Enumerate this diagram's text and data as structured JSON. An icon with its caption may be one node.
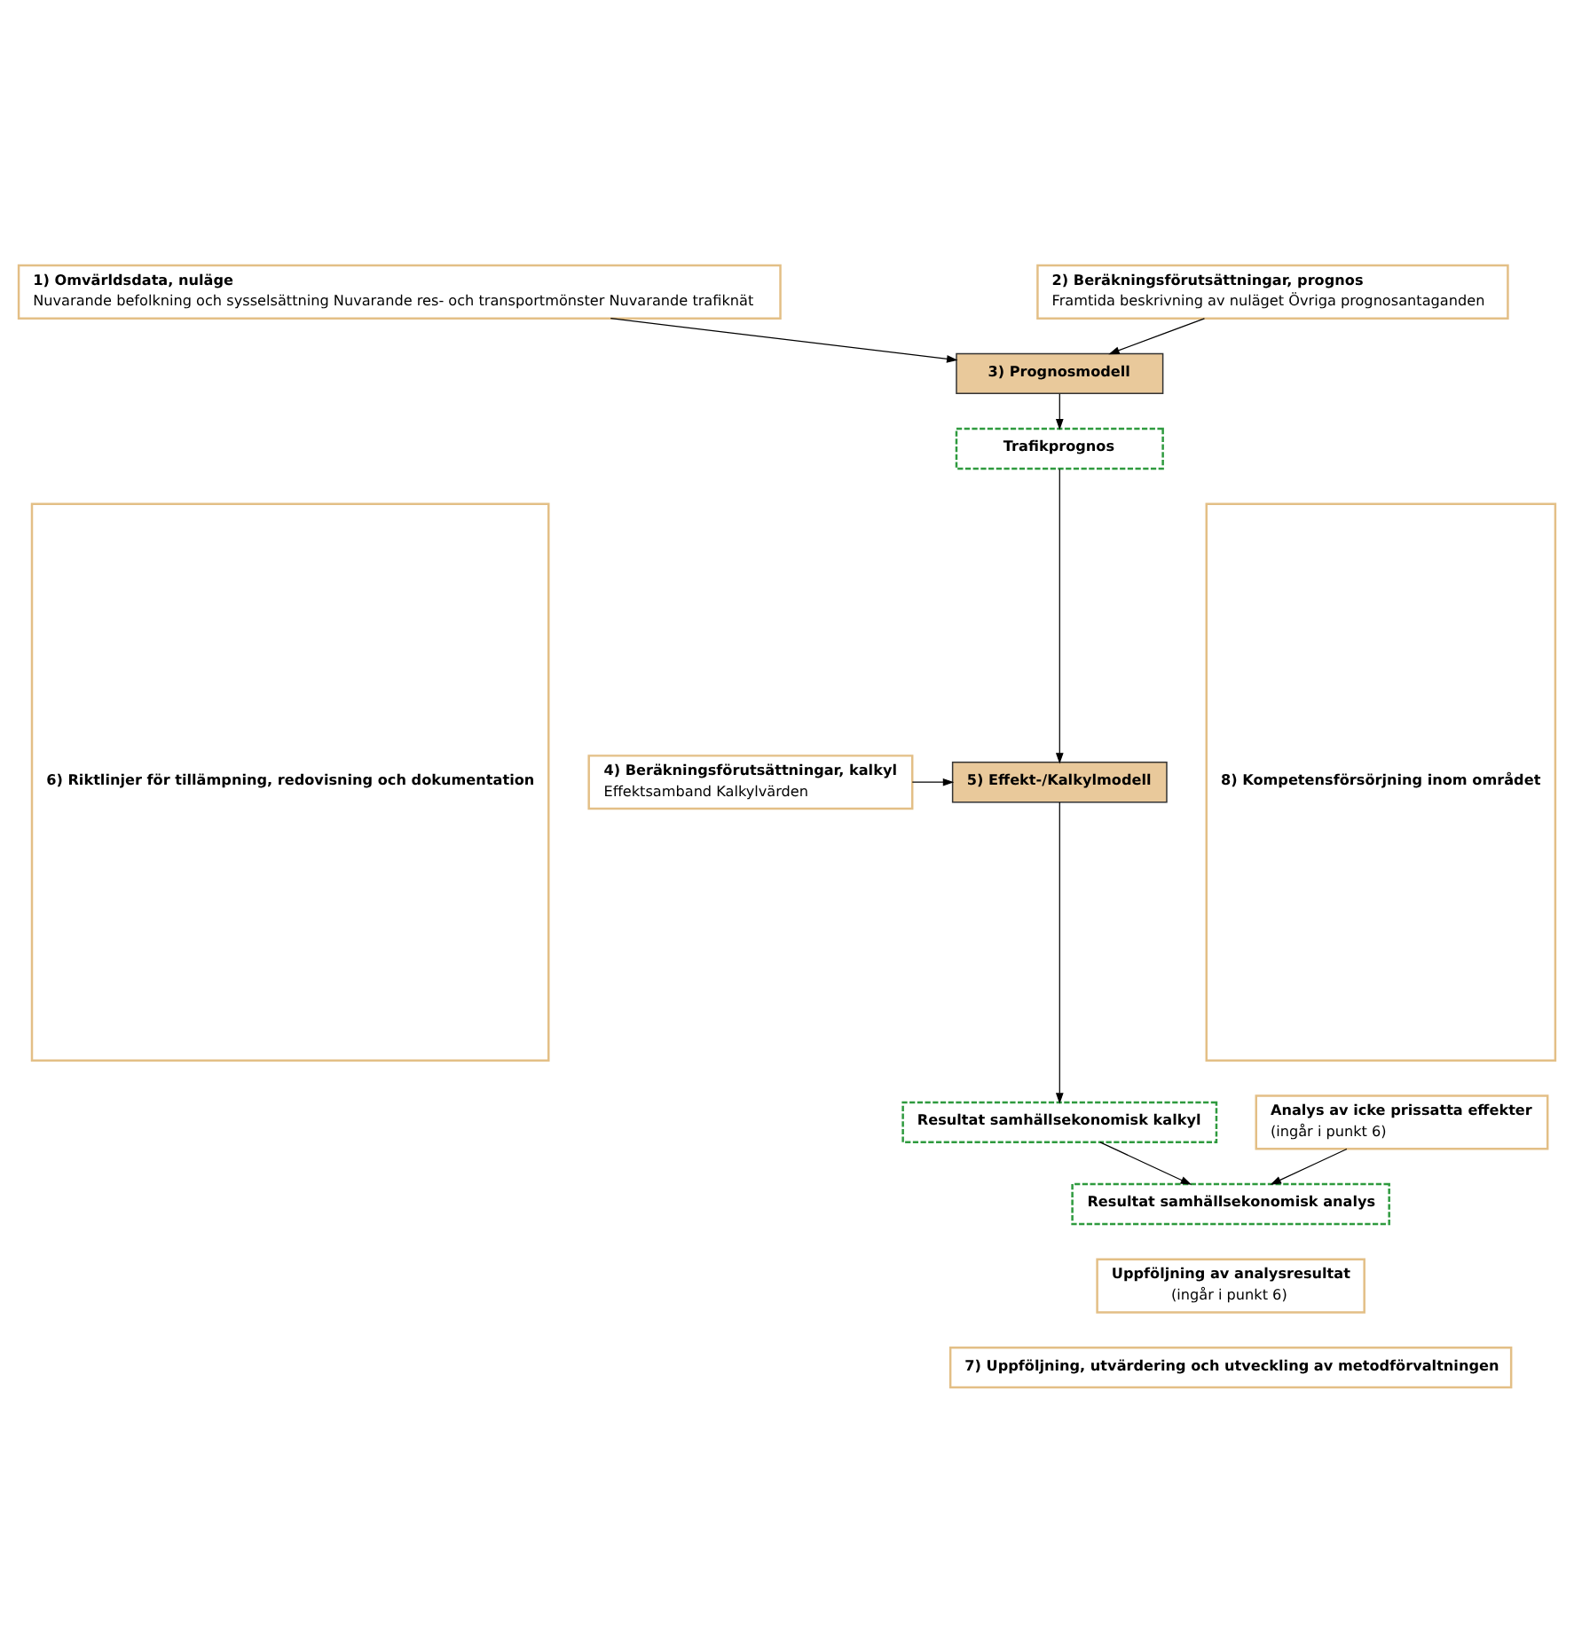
{
  "diagram": {
    "nodes": [
      {
        "text": [
          "1) Omvärldsdata, nuläge",
          "Nuvarande befolkning och sysselsättning Nuvarande res- och transportmönster Nuvarande trafiknät"
        ]
      },
      {
        "text": [
          "2) Beräkningsförutsättningar, prognos",
          "Framtida beskrivning av nuläget Övriga prognosantaganden"
        ]
      },
      {
        "text": [
          "3) Prognosmodell"
        ]
      },
      {
        "text": [
          "Trafikprognos"
        ]
      },
      {
        "text": [
          "4) Beräkningsförutsättningar, kalkyl",
          "Effektsamband Kalkylvärden"
        ]
      },
      {
        "text": [
          "5) Effekt-/Kalkylmodell"
        ]
      },
      {
        "text": [
          "Resultat samhällsekonomisk kalkyl"
        ]
      },
      {
        "text": [
          "Analys av icke prissatta effekter",
          "(ingår i punkt 6)"
        ]
      },
      {
        "text": [
          "Resultat samhällsekonomisk analys"
        ]
      },
      {
        "text": [
          "Uppföljning av analysresultat",
          "(ingår i punkt 6)"
        ]
      },
      {
        "text": [
          "6) Riktlinjer för tillämpning, redovisning och dokumentation"
        ]
      },
      {
        "text": [
          "8) Kompetensförsörjning inom området"
        ]
      },
      {
        "text": [
          "7) Uppföljning, utvärdering och utveckling av metodförvaltningen"
        ]
      }
    ],
    "edges": [
      {
        "from": 0,
        "to": 2,
        "arrow": "to"
      },
      {
        "from": 1,
        "to": 2,
        "arrow": "to"
      },
      {
        "from": 2,
        "to": 3,
        "arrow": "to"
      },
      {
        "from": 3,
        "to": 5,
        "arrow": "to"
      },
      {
        "from": 4,
        "to": 5,
        "arrow": "to"
      },
      {
        "from": 5,
        "to": 6,
        "arrow": "to"
      },
      {
        "from": 6,
        "to": 8,
        "arrow": "to"
      },
      {
        "from": 7,
        "to": 8,
        "arrow": "to"
      }
    ]
  }
}
